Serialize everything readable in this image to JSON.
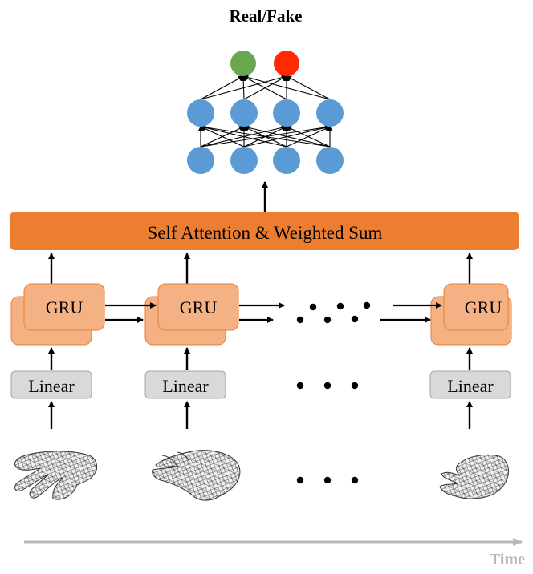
{
  "output": {
    "title": "Real/Fake",
    "output_node_colors": [
      "#6aa84f",
      "#ff2a00"
    ],
    "node_color": "#5b9bd5"
  },
  "attention": {
    "label": "Self Attention & Weighted Sum",
    "color": "#ed7d31"
  },
  "gru": {
    "label": "GRU",
    "color": "#f4b183",
    "border": "#ed7d31"
  },
  "linear": {
    "label": "Linear",
    "color": "#d9d9d9",
    "border": "#a6a6a6"
  },
  "timeline": {
    "label": "Time",
    "color": "#b7b7b7"
  },
  "icons": {
    "hand": "hand-mesh-icon",
    "ellipsis": "ellipsis-dots"
  }
}
